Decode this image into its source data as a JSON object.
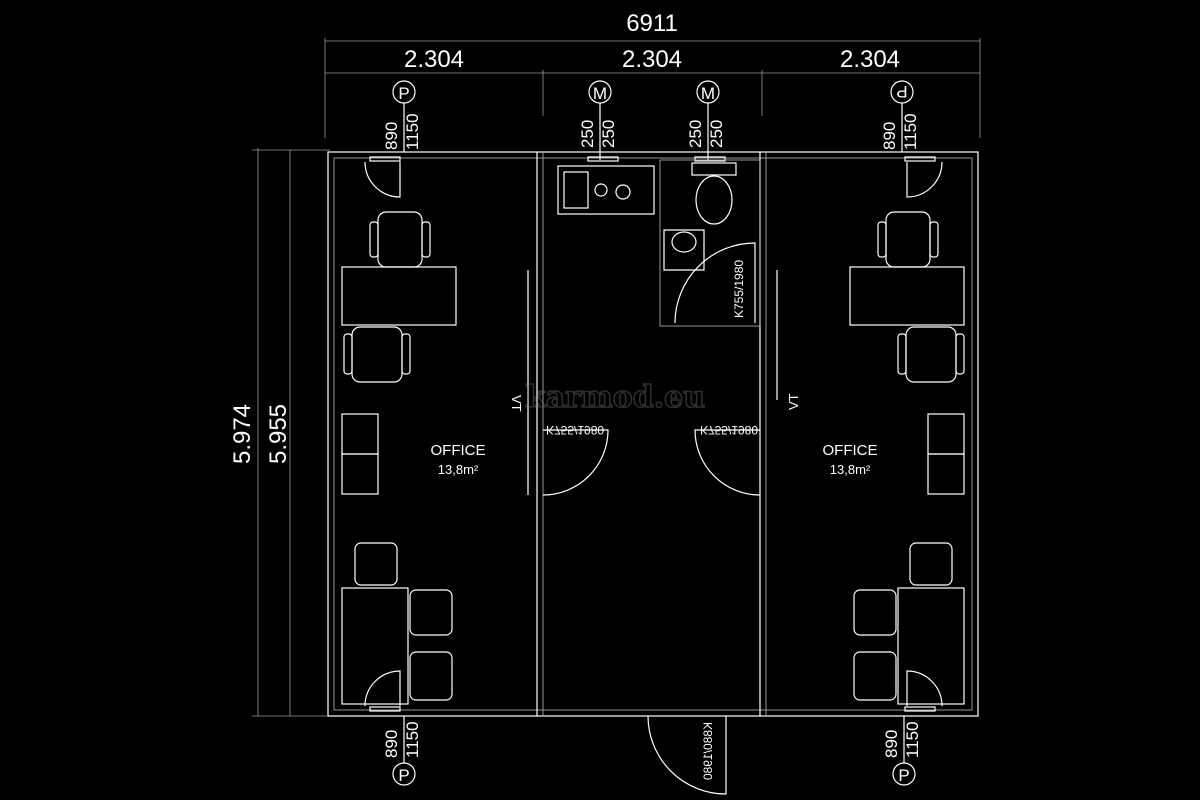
{
  "dimensions": {
    "total_width": "6911",
    "module_widths": [
      "2.304",
      "2.304",
      "2.304"
    ],
    "outer_depth": "5.974",
    "inner_depth": "5.955"
  },
  "markers": {
    "top": [
      {
        "symbol": "P",
        "a": "890",
        "b": "1150"
      },
      {
        "symbol": "M",
        "a": "250",
        "b": "250"
      },
      {
        "symbol": "M",
        "a": "250",
        "b": "250"
      },
      {
        "symbol": "P",
        "a": "890",
        "b": "1150"
      }
    ],
    "bottom": [
      {
        "symbol": "P",
        "a": "890",
        "b": "1150"
      },
      {
        "symbol": "P",
        "a": "890",
        "b": "1150"
      }
    ]
  },
  "rooms": [
    {
      "name": "OFFICE",
      "area": "13,8m²"
    },
    {
      "name": "OFFICE",
      "area": "13,8m²"
    }
  ],
  "doors": {
    "bathroom": "K755/1980",
    "left_office": "K755/1980",
    "right_office": "K755/1980",
    "entrance": "K880/1980"
  },
  "partition_labels": [
    "VT",
    "VT"
  ],
  "watermark": "karmod.eu",
  "colors": {
    "background": "#000000",
    "lines": "#ffffff"
  }
}
